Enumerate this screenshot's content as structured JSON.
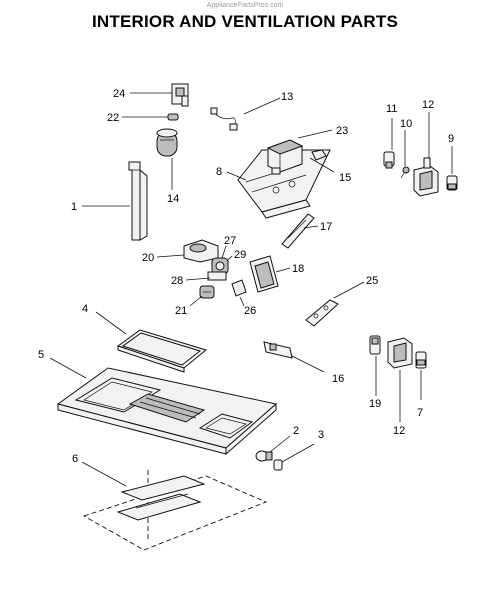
{
  "header": {
    "watermark": "AppliancePartsPros.com",
    "title": "INTERIOR AND VENTILATION PARTS"
  },
  "callouts": {
    "c1": "1",
    "c2": "2",
    "c3": "3",
    "c4": "4",
    "c5": "5",
    "c6": "6",
    "c7": "7",
    "c8": "8",
    "c9": "9",
    "c10": "10",
    "c11": "11",
    "c12a": "12",
    "c12b": "12",
    "c13": "13",
    "c14": "14",
    "c15": "15",
    "c16": "16",
    "c17": "17",
    "c18": "18",
    "c19": "19",
    "c20": "20",
    "c21": "21",
    "c22": "22",
    "c23": "23",
    "c24": "24",
    "c25": "25",
    "c26": "26",
    "c27": "27",
    "c28": "28",
    "c29": "29"
  }
}
